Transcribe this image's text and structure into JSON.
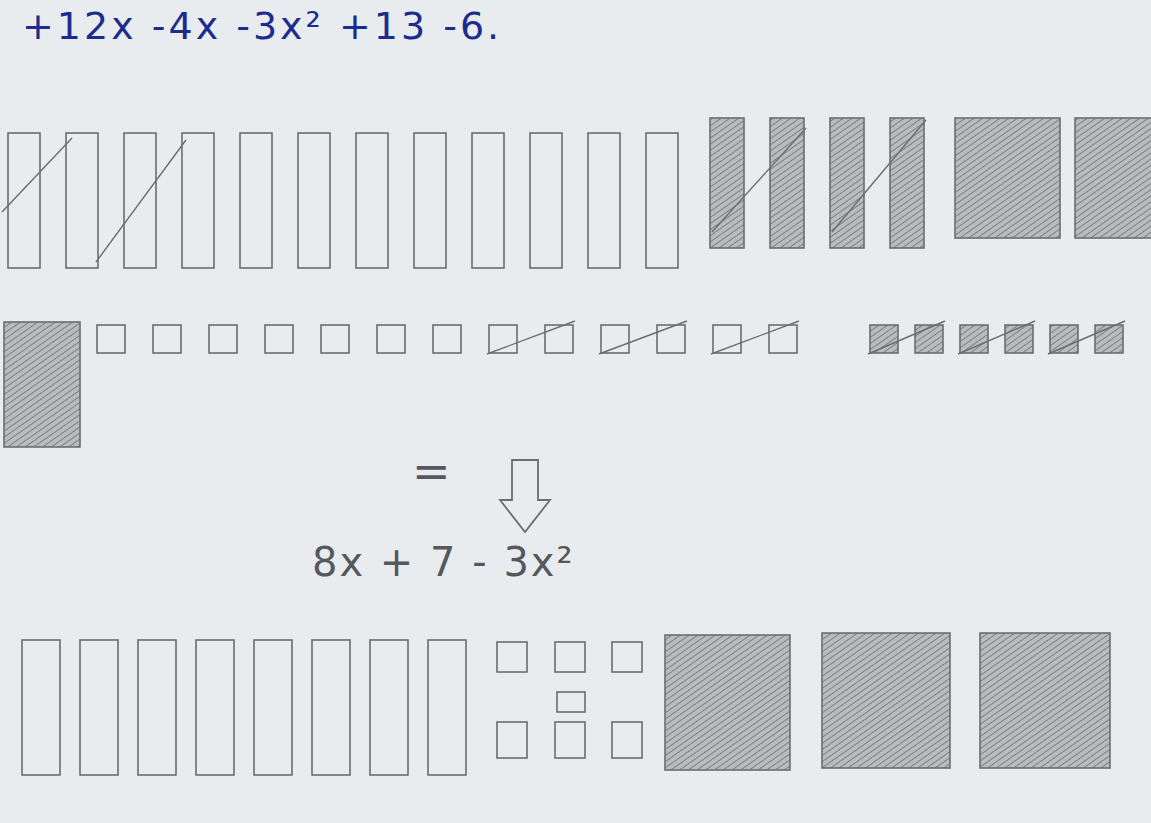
{
  "diagram": {
    "labels": [
      "+12x -4x -3x² +13 -6.",
      "=",
      "8x + 7 - 3x²"
    ]
  }
}
